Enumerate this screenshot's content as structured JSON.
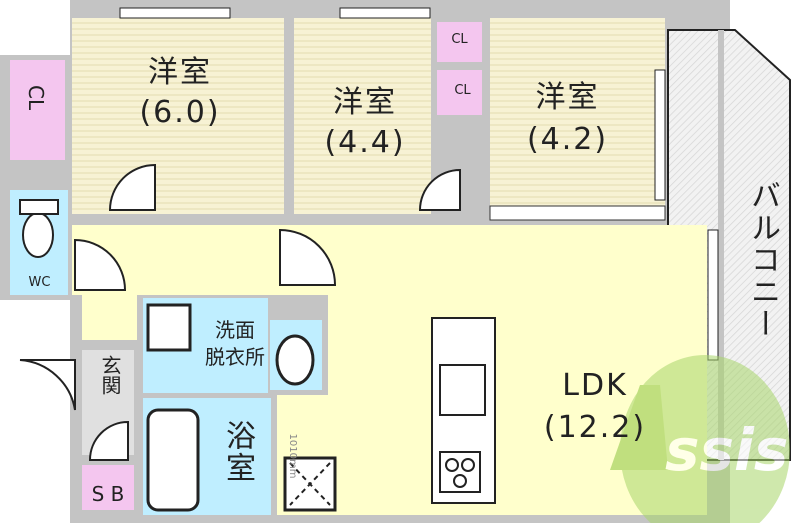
{
  "rooms": {
    "western_1": {
      "name": "洋室",
      "size": "(6.0)"
    },
    "western_2": {
      "name": "洋室",
      "size": "(4.4)"
    },
    "western_3": {
      "name": "洋室",
      "size": "(4.2)"
    },
    "ldk": {
      "name": "LDK",
      "size": "(12.2)"
    },
    "closet_left": "CL",
    "closet_top": "CL",
    "closet_mid": "CL",
    "wc": "WC",
    "entrance": "玄関",
    "shoe_box": "S B",
    "washroom": "洗面\n脱衣所",
    "washroom_line1": "洗面",
    "washroom_line2": "脱衣所",
    "bath": "浴室",
    "balcony": "バルコニー"
  },
  "dimension_note": "1010mm",
  "watermark": "Assist",
  "colors": {
    "western_room": "#f7f2d4",
    "ldk": "#ffffcc",
    "closet": "#f4c6ef",
    "water_area": "#bfeeff",
    "wall": "#c4c4c4",
    "watermark": "#8dc63f"
  }
}
